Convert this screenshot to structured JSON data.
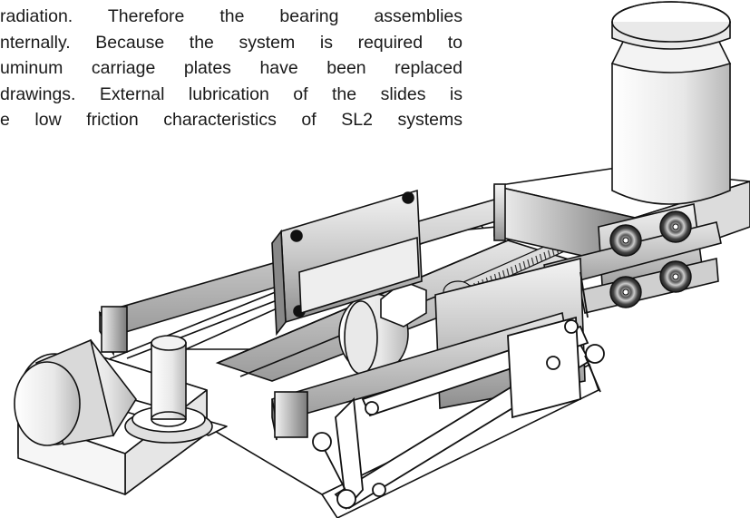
{
  "document": {
    "lines": [
      "radiation. Therefore the bearing assemblies",
      "nternally. Because the system is required to",
      "uminum carriage plates have been replaced",
      "drawings. External lubrication of the slides is",
      "e low friction characteristics of SL2 systems"
    ]
  },
  "figure": {
    "subject": "linear slide positioning stage"
  }
}
